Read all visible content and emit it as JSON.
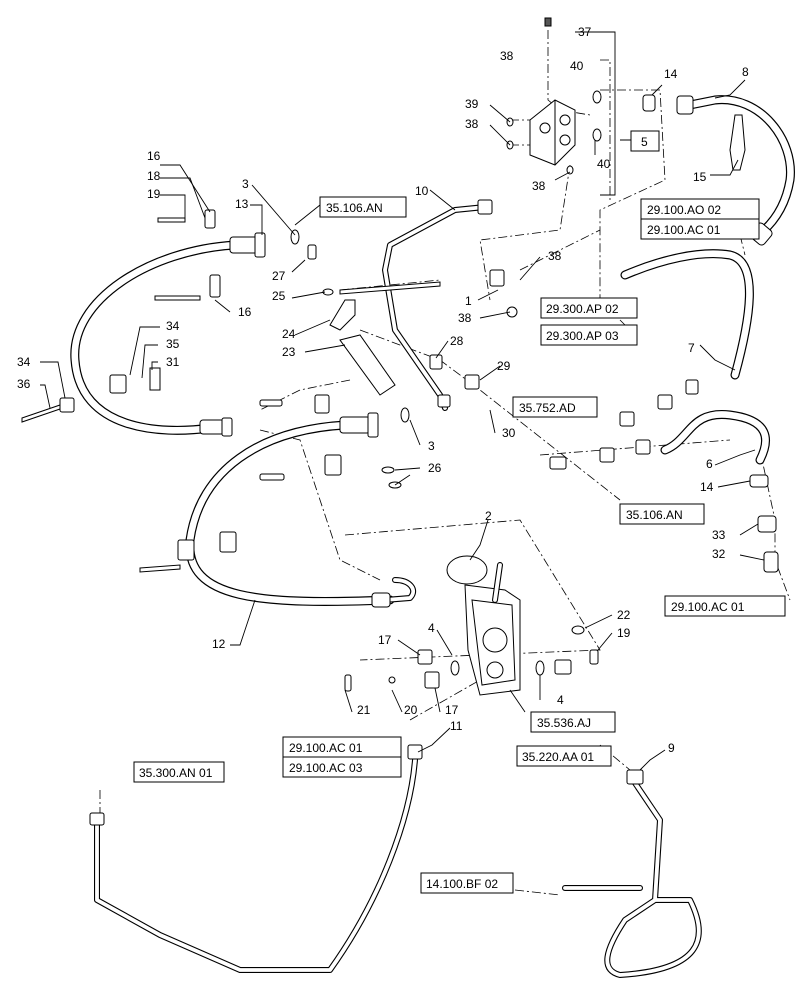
{
  "callouts": [
    {
      "id": "c37",
      "text": "37"
    },
    {
      "id": "c38a",
      "text": "38"
    },
    {
      "id": "c40a",
      "text": "40"
    },
    {
      "id": "c14a",
      "text": "14"
    },
    {
      "id": "c8",
      "text": "8"
    },
    {
      "id": "c39",
      "text": "39"
    },
    {
      "id": "c38b",
      "text": "38"
    },
    {
      "id": "c40b",
      "text": "40"
    },
    {
      "id": "c15",
      "text": "15"
    },
    {
      "id": "c38c",
      "text": "38"
    },
    {
      "id": "c16a",
      "text": "16"
    },
    {
      "id": "c18",
      "text": "18"
    },
    {
      "id": "c19a",
      "text": "19"
    },
    {
      "id": "c3a",
      "text": "3"
    },
    {
      "id": "c13",
      "text": "13"
    },
    {
      "id": "c10",
      "text": "10"
    },
    {
      "id": "c27",
      "text": "27"
    },
    {
      "id": "c25",
      "text": "25"
    },
    {
      "id": "c38d",
      "text": "38"
    },
    {
      "id": "c1",
      "text": "1"
    },
    {
      "id": "c38e",
      "text": "38"
    },
    {
      "id": "c16b",
      "text": "16"
    },
    {
      "id": "c24",
      "text": "24"
    },
    {
      "id": "c23",
      "text": "23"
    },
    {
      "id": "c28",
      "text": "28"
    },
    {
      "id": "c7",
      "text": "7"
    },
    {
      "id": "c34a",
      "text": "34"
    },
    {
      "id": "c35",
      "text": "35"
    },
    {
      "id": "c31",
      "text": "31"
    },
    {
      "id": "c34b",
      "text": "34"
    },
    {
      "id": "c36",
      "text": "36"
    },
    {
      "id": "c29",
      "text": "29"
    },
    {
      "id": "c30",
      "text": "30"
    },
    {
      "id": "c3b",
      "text": "3"
    },
    {
      "id": "c26",
      "text": "26"
    },
    {
      "id": "c6",
      "text": "6"
    },
    {
      "id": "c14b",
      "text": "14"
    },
    {
      "id": "c2",
      "text": "2"
    },
    {
      "id": "c33",
      "text": "33"
    },
    {
      "id": "c32",
      "text": "32"
    },
    {
      "id": "c22",
      "text": "22"
    },
    {
      "id": "c12",
      "text": "12"
    },
    {
      "id": "c4a",
      "text": "4"
    },
    {
      "id": "c19b",
      "text": "19"
    },
    {
      "id": "c17a",
      "text": "17"
    },
    {
      "id": "c4b",
      "text": "4"
    },
    {
      "id": "c21",
      "text": "21"
    },
    {
      "id": "c20",
      "text": "20"
    },
    {
      "id": "c17b",
      "text": "17"
    },
    {
      "id": "c11",
      "text": "11"
    },
    {
      "id": "c9",
      "text": "9"
    }
  ],
  "refs": [
    {
      "id": "r5",
      "text": "5"
    },
    {
      "id": "r35106an_top",
      "text": "35.106.AN"
    },
    {
      "id": "r29100ao02",
      "text": "29.100.AO 02"
    },
    {
      "id": "r29100ac01_top",
      "text": "29.100.AC 01"
    },
    {
      "id": "r29300ap02",
      "text": "29.300.AP 02"
    },
    {
      "id": "r29300ap03",
      "text": "29.300.AP 03"
    },
    {
      "id": "r35752ad",
      "text": "35.752.AD"
    },
    {
      "id": "r35106an_mid",
      "text": "35.106.AN"
    },
    {
      "id": "r29100ac01_right",
      "text": "29.100.AC 01"
    },
    {
      "id": "r35536aj",
      "text": "35.536.AJ"
    },
    {
      "id": "r29100ac01_low",
      "text": "29.100.AC 01"
    },
    {
      "id": "r29100ac03",
      "text": "29.100.AC 03"
    },
    {
      "id": "r35220aa01",
      "text": "35.220.AA 01"
    },
    {
      "id": "r35300an01",
      "text": "35.300.AN 01"
    },
    {
      "id": "r14100bf02",
      "text": "14.100.BF 02"
    }
  ]
}
